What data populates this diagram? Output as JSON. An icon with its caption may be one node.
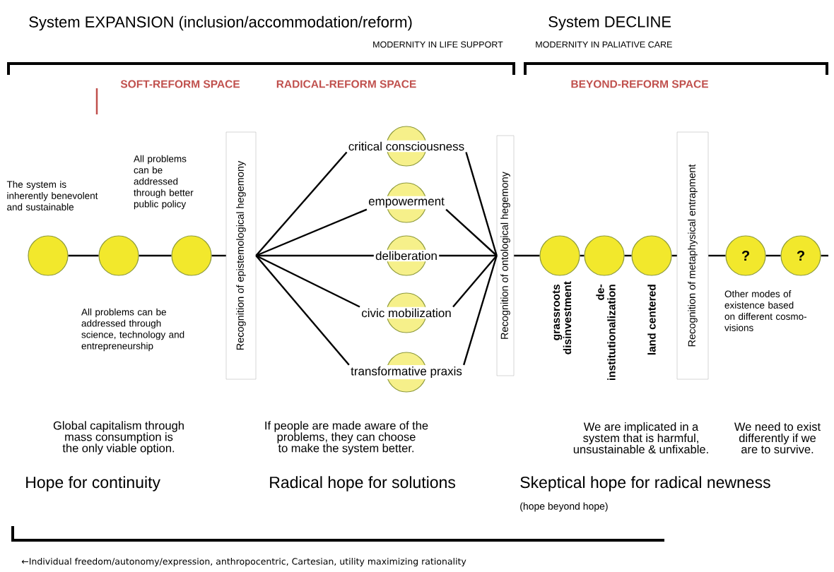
{
  "diagram": {
    "nodes": [
      {
        "text": [],
        "shape": "circle",
        "beside": [
          "The system is inherently benevolent and sustainable"
        ]
      },
      {
        "text": [],
        "shape": "circle",
        "beside": [
          "All problems can be addressed through science, technology and entrepreneurship"
        ]
      },
      {
        "text": [],
        "shape": "circle",
        "beside": [
          "All problems can be addressed through better public policy"
        ]
      },
      {
        "text": [
          "Recognition of epistemological hegemony"
        ]
      },
      {
        "text": [
          "critical consciousness"
        ]
      },
      {
        "text": [
          "empowerment"
        ]
      },
      {
        "text": [
          "deliberation"
        ]
      },
      {
        "text": [
          "civic mobilization"
        ]
      },
      {
        "text": [
          "transformative praxis"
        ]
      },
      {
        "text": [
          "Recognition of ontological hegemony"
        ]
      },
      {
        "text": [],
        "shape": "circle",
        "beside": [
          "grassroots disinvestment"
        ]
      },
      {
        "text": [],
        "shape": "circle",
        "beside": [
          "de- institutionalization"
        ]
      },
      {
        "text": [],
        "shape": "circle",
        "beside": [
          "land centered"
        ]
      },
      {
        "text": [
          "Recognition of metaphysical entrapment"
        ]
      },
      {
        "text": [
          "?"
        ],
        "beside": [
          "Other modes of existence based on different cosmo-visions"
        ]
      },
      {
        "text": [
          "?"
        ]
      }
    ],
    "edges": [
      {
        "from": 0,
        "to": 1,
        "arrow": "none"
      },
      {
        "from": 1,
        "to": 2,
        "arrow": "none"
      },
      {
        "from": 2,
        "to": 3,
        "arrow": "none"
      },
      {
        "from": 3,
        "to": 4,
        "arrow": "none"
      },
      {
        "from": 3,
        "to": 5,
        "arrow": "none"
      },
      {
        "from": 3,
        "to": 6,
        "arrow": "none"
      },
      {
        "from": 3,
        "to": 7,
        "arrow": "none"
      },
      {
        "from": 3,
        "to": 8,
        "arrow": "none"
      },
      {
        "from": 4,
        "to": 9,
        "arrow": "none"
      },
      {
        "from": 5,
        "to": 9,
        "arrow": "none"
      },
      {
        "from": 6,
        "to": 9,
        "arrow": "none"
      },
      {
        "from": 7,
        "to": 9,
        "arrow": "none"
      },
      {
        "from": 8,
        "to": 9,
        "arrow": "none"
      },
      {
        "from": 9,
        "to": 10,
        "arrow": "none"
      },
      {
        "from": 10,
        "to": 11,
        "arrow": "none"
      },
      {
        "from": 11,
        "to": 12,
        "arrow": "none"
      },
      {
        "from": 12,
        "to": 13,
        "arrow": "none"
      },
      {
        "from": 13,
        "to": 14,
        "arrow": "none"
      },
      {
        "from": 14,
        "to": 15,
        "arrow": "none"
      },
      {
        "from": 15,
        "to": null,
        "arrow": "none"
      }
    ],
    "labels": [
      "System EXPANSION (inclusion/accommodation/reform)",
      "System DECLINE",
      "MODERNITY IN LIFE SUPPORT",
      "MODERNITY IN PALIATIVE CARE",
      "SOFT-REFORM SPACE",
      "RADICAL-REFORM SPACE",
      "BEYOND-REFORM SPACE",
      "Global capitalism through mass consumption is the only viable option.",
      "If people are made aware of the problems, they can choose to make the system better.",
      "We are implicated in a system that is harmful, unsustainable & unfixable.",
      "We need to exist differently if we are to survive.",
      "Hope for continuity",
      "Radical hope for solutions",
      "Skeptical hope for radical newness",
      "(hope beyond hope)",
      "←Individual freedom/autonomy/expression, anthropocentric, Cartesian, utility maximizing rationality"
    ]
  }
}
